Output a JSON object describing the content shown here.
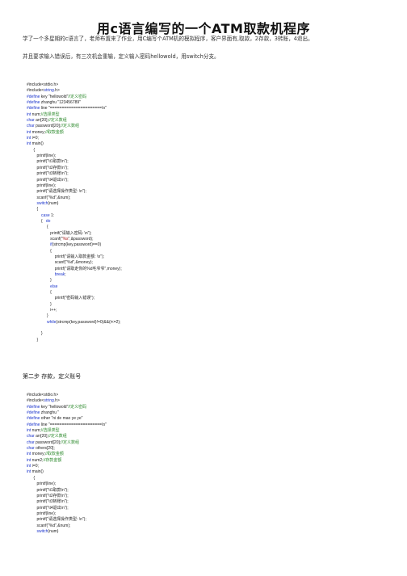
{
  "title": "用c语言编写的一个ATM取款机程序",
  "intro": [
    "学了一个多星期的c语言了，老师布置来了作业，用C编写个ATM机的模拟程序，客户界面有,取款，2存款，3转账，4退出。",
    "并且要求输入错误后，有三次机会重输，定义输入密码hellowold，用switch分支。"
  ],
  "code1": [
    [
      [
        "tx",
        "#include<stdio.h>"
      ]
    ],
    [
      [
        "tx",
        "#include<"
      ],
      [
        "kw",
        "string"
      ],
      [
        "tx",
        ".h>"
      ]
    ],
    [
      [
        "kw",
        "#define"
      ],
      [
        "tx",
        " key \"hellowold\""
      ],
      [
        "cm",
        "//定义密码"
      ]
    ],
    [
      [
        "kw",
        "#define"
      ],
      [
        "tx",
        " zhanghu \"123456789\""
      ]
    ],
    [
      [
        "kw",
        "#define"
      ],
      [
        "tx",
        " line \"======================\\n\""
      ]
    ],
    [
      [
        "kw",
        "int"
      ],
      [
        "tx",
        " num;"
      ],
      [
        "cm",
        "//选择类型"
      ]
    ],
    [
      [
        "kw",
        "char"
      ],
      [
        "tx",
        " arr[20];"
      ],
      [
        "cm",
        "//定义数组"
      ]
    ],
    [
      [
        "kw",
        "char"
      ],
      [
        "tx",
        " password[20];"
      ],
      [
        "cm",
        "//定义数组"
      ]
    ],
    [
      [
        "kw",
        "int"
      ],
      [
        "tx",
        " money;"
      ],
      [
        "cm",
        "//取款金额"
      ]
    ],
    [
      [
        "kw",
        "int"
      ],
      [
        "tx",
        " i=0;"
      ]
    ],
    [
      [
        "kw",
        "int"
      ],
      [
        "tx",
        " main()"
      ]
    ],
    [
      [
        "tx",
        "      {"
      ]
    ],
    [
      [
        "tx",
        "         printf(line);"
      ]
    ],
    [
      [
        "tx",
        "         printf(\"\\t1取款\\n\");"
      ]
    ],
    [
      [
        "tx",
        "         printf(\"\\t2存款\\n\");"
      ]
    ],
    [
      [
        "tx",
        "         printf(\"\\t3转账\\n\");"
      ]
    ],
    [
      [
        "tx",
        "         printf(\"\\t4退出\\n\");"
      ]
    ],
    [
      [
        "tx",
        "         printf(line);"
      ]
    ],
    [
      [
        "tx",
        "         printf(\"请选择操作类型: \\n\");"
      ]
    ],
    [
      [
        "tx",
        "         scanf(\"%d\",&num);"
      ]
    ],
    [
      [
        "kw",
        "         switch"
      ],
      [
        "tx",
        "(num)"
      ]
    ],
    [
      [
        "tx",
        "         {"
      ]
    ],
    [
      [
        "kw",
        "             case"
      ],
      [
        "tx",
        " 1:"
      ]
    ],
    [
      [
        "tx",
        "             {   "
      ],
      [
        "kw",
        "do"
      ]
    ],
    [
      [
        "tx",
        "                  {"
      ]
    ],
    [
      [
        "tx",
        "                     printf(\"请输入密码: \\n\");"
      ]
    ],
    [
      [
        "tx",
        "                     scanf(\""
      ],
      [
        "str",
        "%s"
      ],
      [
        "tx",
        "\",&password);"
      ]
    ],
    [
      [
        "tx",
        "                     "
      ],
      [
        "kw",
        "if"
      ],
      [
        "tx",
        "(strcmp(key,password)==0)"
      ]
    ],
    [
      [
        "tx",
        "                     {"
      ]
    ],
    [
      [
        "tx",
        "                         printf(\"请输入取款金额: \\n\");"
      ]
    ],
    [
      [
        "tx",
        "                         scanf(\"%d\",&money);"
      ]
    ],
    [
      [
        "tx",
        "                         printf(\"请取走你的%d毛爷爷\",money);"
      ]
    ],
    [
      [
        "kw",
        "                         break"
      ],
      [
        "tx",
        ";"
      ]
    ],
    [
      [
        "tx",
        "                     }"
      ]
    ],
    [
      [
        "kw",
        "                     else"
      ]
    ],
    [
      [
        "tx",
        "                     {"
      ]
    ],
    [
      [
        "tx",
        "                         printf(\"密码输入错误\");"
      ]
    ],
    [
      [
        "tx",
        "                     }"
      ]
    ],
    [
      [
        "tx",
        "                     i++;"
      ]
    ],
    [
      [
        "tx",
        "                  }"
      ]
    ],
    [
      [
        "kw",
        "                  while"
      ],
      [
        "tx",
        "(strcmp(key,password)!=0)&&(i<=2);"
      ]
    ],
    [
      [
        "tx",
        ""
      ]
    ],
    [
      [
        "tx",
        "             }"
      ]
    ],
    [
      [
        "tx",
        "         }"
      ]
    ]
  ],
  "step2": "第二步 存款，定义账号",
  "code2": [
    [
      [
        "tx",
        "#include<stdio.h>"
      ]
    ],
    [
      [
        "tx",
        "#include<"
      ],
      [
        "kw",
        "string"
      ],
      [
        "tx",
        ".h>"
      ]
    ],
    [
      [
        "kw",
        "#define"
      ],
      [
        "tx",
        " key \"hellowold\""
      ],
      [
        "cm",
        "//定义密码"
      ]
    ],
    [
      [
        "kw",
        "#define"
      ],
      [
        "tx",
        " zhanghu \""
      ]
    ],
    [
      [
        "kw",
        "#define"
      ],
      [
        "tx",
        " other \"ni de mao ye ye\""
      ]
    ],
    [
      [
        "kw",
        "#define"
      ],
      [
        "tx",
        " line \"======================\\n\""
      ]
    ],
    [
      [
        "kw",
        "int"
      ],
      [
        "tx",
        " num;"
      ],
      [
        "cm",
        "//选择类型"
      ]
    ],
    [
      [
        "kw",
        "char"
      ],
      [
        "tx",
        " arr[20];"
      ],
      [
        "cm",
        "//定义数组"
      ]
    ],
    [
      [
        "kw",
        "char"
      ],
      [
        "tx",
        " password[20];"
      ],
      [
        "cm",
        "//定义数组"
      ]
    ],
    [
      [
        "kw",
        "char"
      ],
      [
        "tx",
        " others[20];"
      ]
    ],
    [
      [
        "kw",
        "int"
      ],
      [
        "tx",
        " money;"
      ],
      [
        "cm",
        "//取款金额"
      ]
    ],
    [
      [
        "kw",
        "int"
      ],
      [
        "tx",
        " num2;"
      ],
      [
        "cm",
        "//存款金额"
      ]
    ],
    [
      [
        "kw",
        "int"
      ],
      [
        "tx",
        " i=0;"
      ]
    ],
    [
      [
        "kw",
        "int"
      ],
      [
        "tx",
        " main()"
      ]
    ],
    [
      [
        "tx",
        "      {"
      ]
    ],
    [
      [
        "tx",
        "         printf(line);"
      ]
    ],
    [
      [
        "tx",
        "         printf(\"\\t1取款\\n\");"
      ]
    ],
    [
      [
        "tx",
        "         printf(\"\\t2存款\\n\");"
      ]
    ],
    [
      [
        "tx",
        "         printf(\"\\t3转账\\n\");"
      ]
    ],
    [
      [
        "tx",
        "         printf(\"\\t4退出\\n\");"
      ]
    ],
    [
      [
        "tx",
        "         printf(line);"
      ]
    ],
    [
      [
        "tx",
        "         printf(\"请选择操作类型: \\n\");"
      ]
    ],
    [
      [
        "tx",
        "         scanf(\"%d\",&num);"
      ]
    ],
    [
      [
        "kw",
        "         switch"
      ],
      [
        "tx",
        "(num)"
      ]
    ]
  ]
}
